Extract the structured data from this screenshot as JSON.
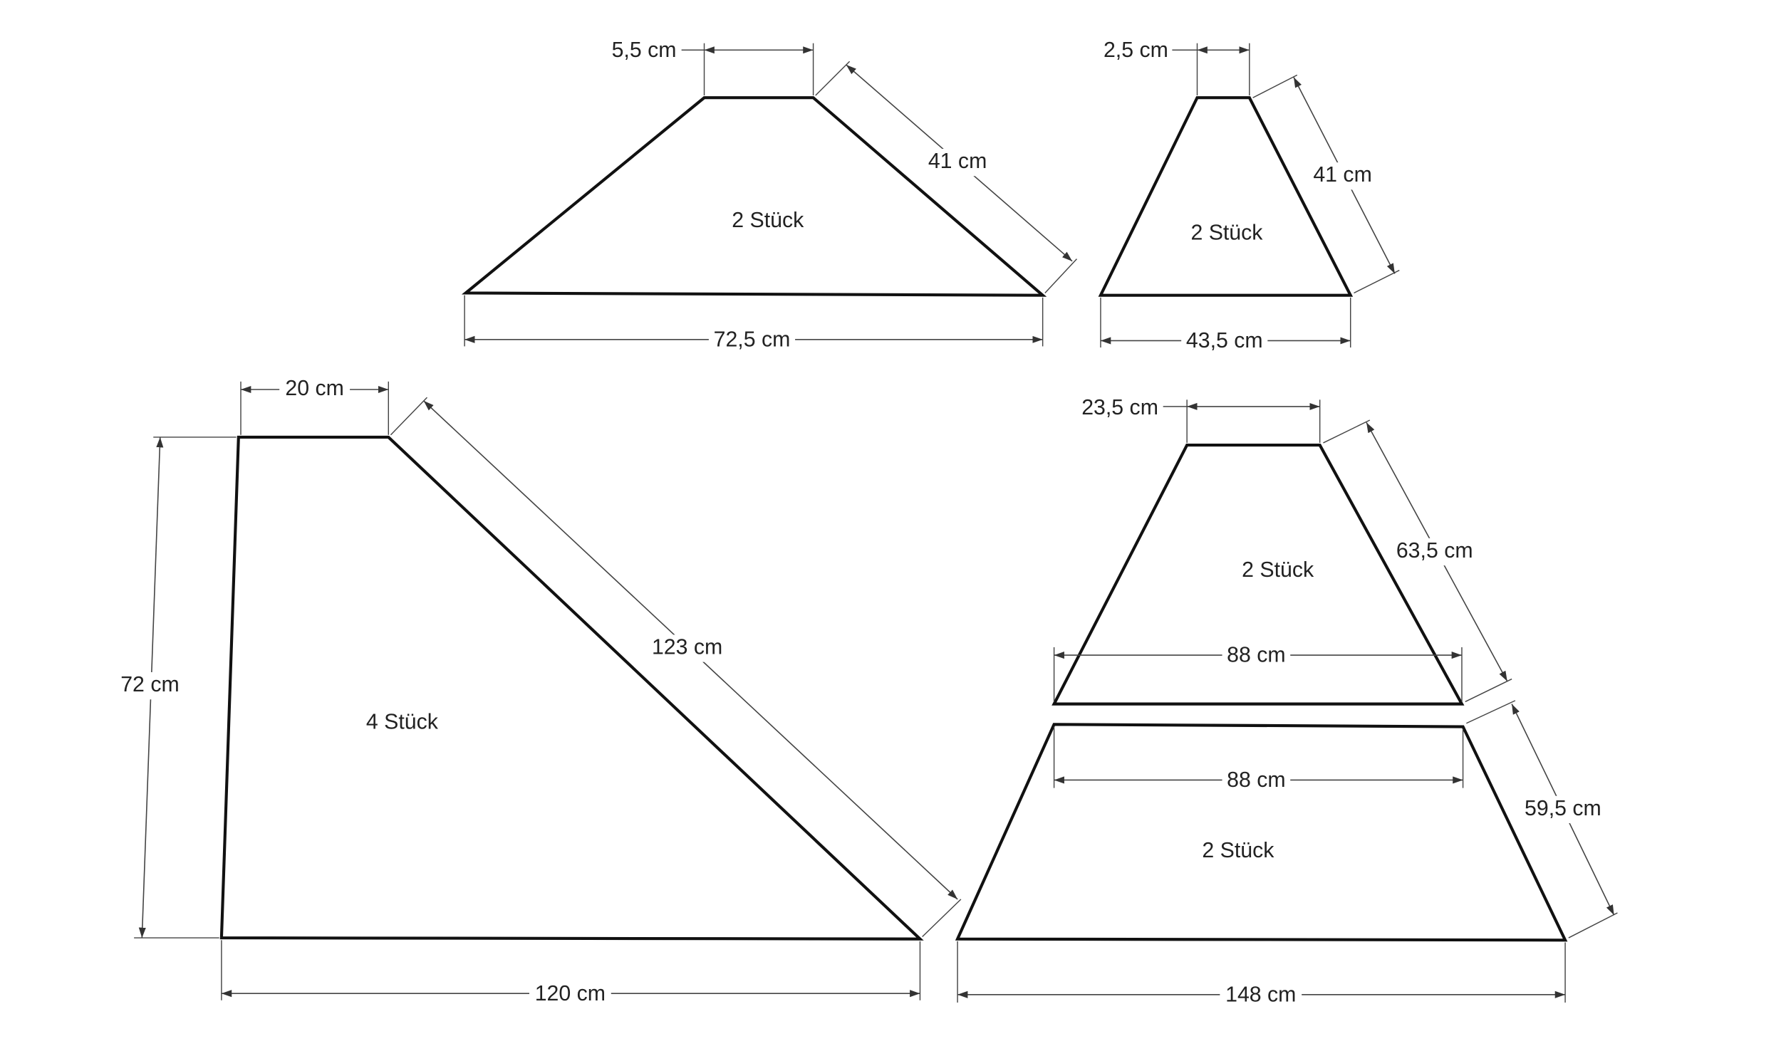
{
  "pieces": [
    {
      "count": "2 Stück",
      "top": "5,5 cm",
      "side": "41 cm",
      "bottom": "72,5 cm"
    },
    {
      "count": "2 Stück",
      "top": "2,5 cm",
      "side": "41 cm",
      "bottom": "43,5 cm"
    },
    {
      "count": "4 Stück",
      "top": "20 cm",
      "side": "123 cm",
      "height": "72 cm",
      "bottom": "120 cm"
    },
    {
      "count": "2 Stück",
      "top": "23,5 cm",
      "side": "63,5 cm",
      "bottom": "88 cm"
    },
    {
      "count": "2 Stück",
      "top": "88 cm",
      "side": "59,5 cm",
      "bottom": "148 cm"
    }
  ]
}
